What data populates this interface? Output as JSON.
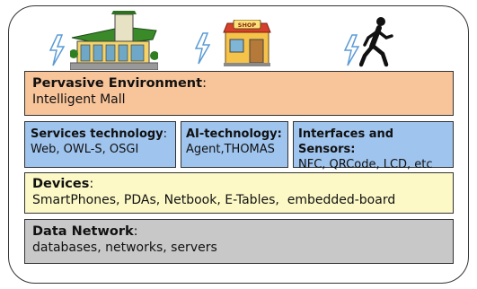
{
  "pervasive": {
    "title": "Pervasive Environment",
    "colon": ":",
    "subtitle": "Intelligent Mall"
  },
  "services": {
    "title": "Services technology",
    "colon": ":",
    "text": "Web, OWL-S, OSGI"
  },
  "ai": {
    "title": "AI-technology:",
    "text": "Agent,THOMAS"
  },
  "interfaces": {
    "title": "Interfaces and Sensors:",
    "text": "NFC, QRCode, LCD, etc"
  },
  "devices": {
    "title": "Devices",
    "colon": ":",
    "text": "SmartPhones, PDAs, Netbook, E-Tables,  embedded-board"
  },
  "network": {
    "title": "Data Network",
    "colon": ":",
    "text": "databases, networks, servers"
  },
  "icons": {
    "shop_sign": "SHOP"
  },
  "colors": {
    "pervasive": "#f8c49a",
    "tech": "#9fc4ee",
    "devices": "#fcf9c6",
    "network": "#c8c8c8",
    "lightning": "#5b9bd5"
  }
}
